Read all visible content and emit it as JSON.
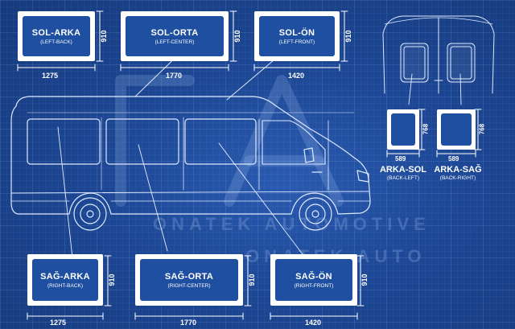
{
  "watermark": {
    "line1": "ONATEK AUTOMOTIVE",
    "line2": "ONATEK AUTO"
  },
  "top_panels": [
    {
      "name": "SOL-ARKA",
      "sub": "(LEFT-BACK)",
      "width": "1275",
      "height": "910"
    },
    {
      "name": "SOL-ORTA",
      "sub": "(LEFT-CENTER)",
      "width": "1770",
      "height": "910"
    },
    {
      "name": "SOL-ÖN",
      "sub": "(LEFT-FRONT)",
      "width": "1420",
      "height": "910"
    }
  ],
  "bottom_panels": [
    {
      "name": "SAĞ-ARKA",
      "sub": "(RIGHT-BACK)",
      "width": "1275",
      "height": "910"
    },
    {
      "name": "SAĞ-ORTA",
      "sub": "(RIGHT-CENTER)",
      "width": "1770",
      "height": "910"
    },
    {
      "name": "SAĞ-ÖN",
      "sub": "(RIGHT-FRONT)",
      "width": "1420",
      "height": "910"
    }
  ],
  "rear_panels": [
    {
      "name": "ARKA-SOL",
      "sub": "(BACK-LEFT)",
      "width": "589",
      "height": "768"
    },
    {
      "name": "ARKA-SAĞ",
      "sub": "(BACK-RIGHT)",
      "width": "589",
      "height": "768"
    }
  ],
  "colors": {
    "background": "#1d4794",
    "line": "#dfe9ff",
    "panel_frame": "#ffffff",
    "panel_glass": "#1e4fa0"
  }
}
